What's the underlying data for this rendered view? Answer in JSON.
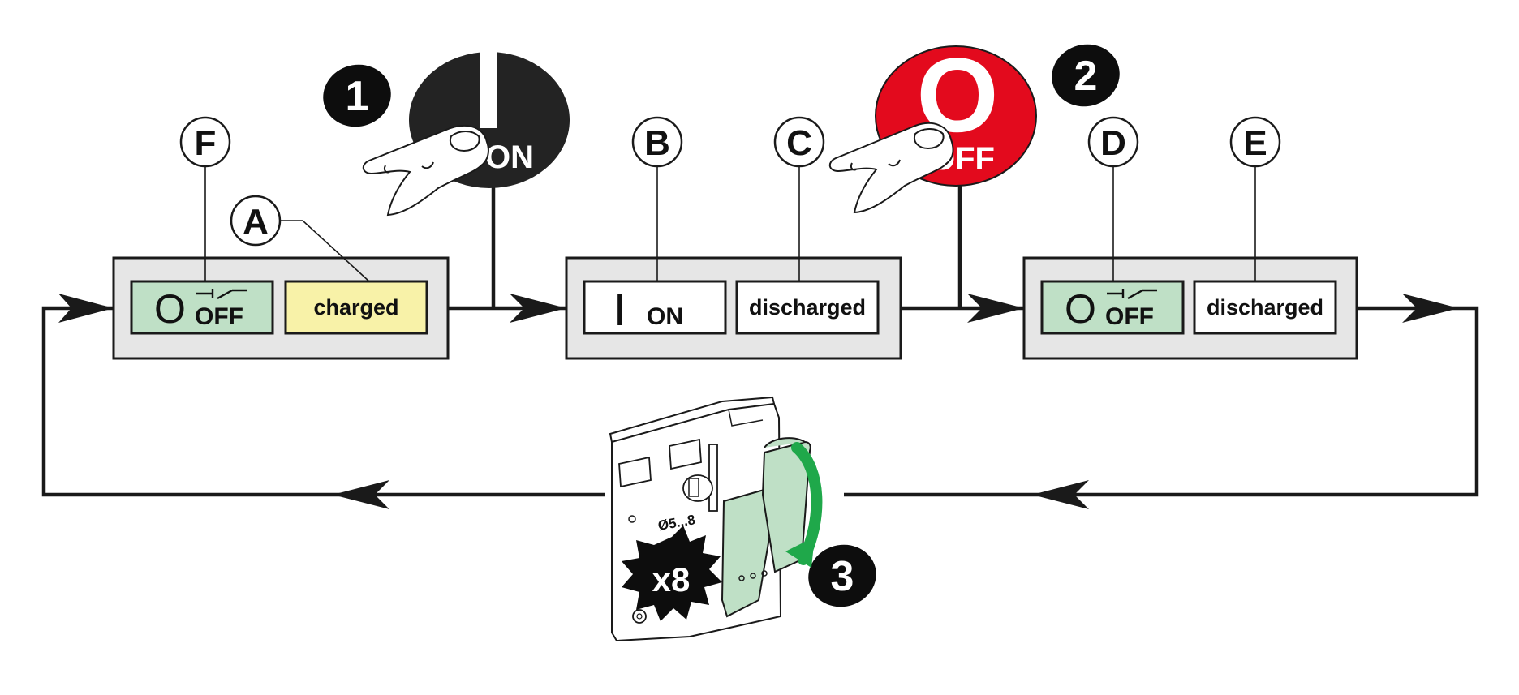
{
  "colors": {
    "line": "#1a1a1a",
    "panel_fill": "#e6e6e6",
    "off_indicator": "#bfe0c6",
    "charged_indicator": "#f8f2a8",
    "white_indicator": "#ffffff",
    "on_button": "#232323",
    "off_button": "#e30a1d",
    "lever_green": "#bfe0c6",
    "arrow_green": "#1fa84a",
    "step_badge": "#0d0d0d"
  },
  "states": [
    {
      "main": {
        "symbol": "O",
        "label": "OFF",
        "style": "off"
      },
      "spring": {
        "label": "charged",
        "style": "charged"
      },
      "callouts": [
        "F",
        "A"
      ]
    },
    {
      "main": {
        "symbol": "I",
        "label": "ON",
        "style": "on"
      },
      "spring": {
        "label": "discharged",
        "style": "white"
      },
      "callouts": [
        "B",
        "C"
      ]
    },
    {
      "main": {
        "symbol": "O",
        "label": "OFF",
        "style": "off"
      },
      "spring": {
        "label": "discharged",
        "style": "white"
      },
      "callouts": [
        "D",
        "E"
      ]
    }
  ],
  "buttons": {
    "on": {
      "symbol": "I",
      "label": "ON",
      "icon": "on-push-button-icon"
    },
    "off": {
      "symbol": "O",
      "label": "OFF",
      "icon": "off-push-button-icon"
    }
  },
  "steps": [
    "1",
    "2",
    "3"
  ],
  "charging": {
    "pumps": "x8",
    "diameter": "Ø5...8",
    "icon": "charging-handle-icon"
  }
}
